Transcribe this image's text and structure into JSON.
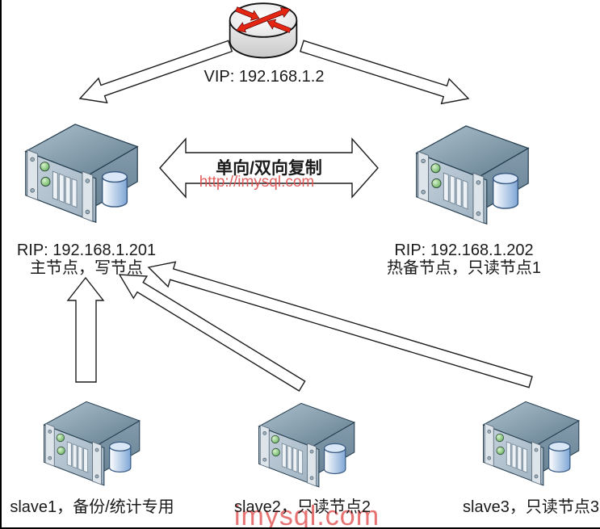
{
  "router": {
    "label": "VIP: 192.168.1.2"
  },
  "replication": {
    "title": "单向/双向复制",
    "watermark": "http://imysql.com"
  },
  "master": {
    "ip": "RIP: 192.168.1.201",
    "role": "主节点，写节点"
  },
  "standby": {
    "ip": "RIP: 192.168.1.202",
    "role": "热备节点，只读节点1"
  },
  "slaves": [
    {
      "label": "slave1，备份/统计专用"
    },
    {
      "label": "slave2，只读节点2"
    },
    {
      "label": "slave3，只读节点3"
    }
  ],
  "watermark": {
    "text": "imysql.com",
    "color": "#e05050"
  },
  "colors": {
    "router_arrow_red": "#e42613",
    "watermark_red": "#e05050"
  }
}
